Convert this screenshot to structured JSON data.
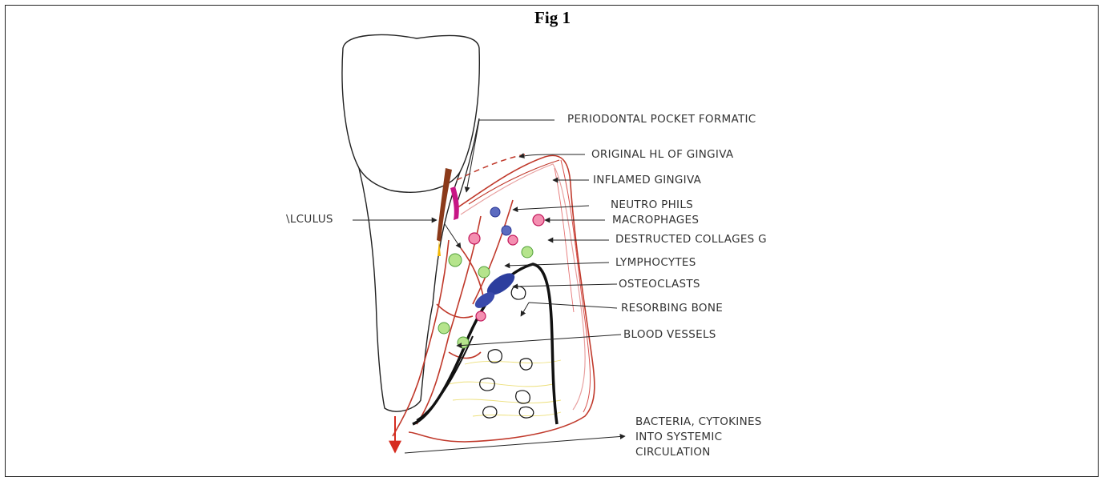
{
  "figure": {
    "title": "Fig 1"
  },
  "labels": {
    "pocket": "PERIODONTAL POCKET FORMATIC",
    "original_level": "ORIGINAL HL OF GINGIVA",
    "inflamed": "INFLAMED GINGIVA",
    "neutrophils": "NEUTRO PHILS",
    "macrophages": "MACROPHAGES",
    "collagen": "DESTRUCTED COLLAGES G",
    "lymphocytes": "LYMPHOCYTES",
    "osteoclasts": "OSTEOCLASTS",
    "resorbing": "RESORBING BONE",
    "vessels": "BLOOD VESSELS",
    "calculus": "\\LCULUS",
    "bacteria_line1": "BACTERIA, CYTOKINES",
    "bacteria_line2": "INTO SYSTEMIC",
    "bacteria_line3": "CIRCULATION"
  },
  "colors": {
    "tooth_outline": "#222222",
    "gingiva": "#c0392b",
    "gingiva_light": "#e8a0a0",
    "neutrophil": "#3a4fc4",
    "macrophage": "#c2185b",
    "lymphocyte": "#7ac943",
    "osteoclast": "#2c3e9e",
    "calculus": "#8b3a1a",
    "collagen": "#e8d85a",
    "bone": "#111111"
  }
}
